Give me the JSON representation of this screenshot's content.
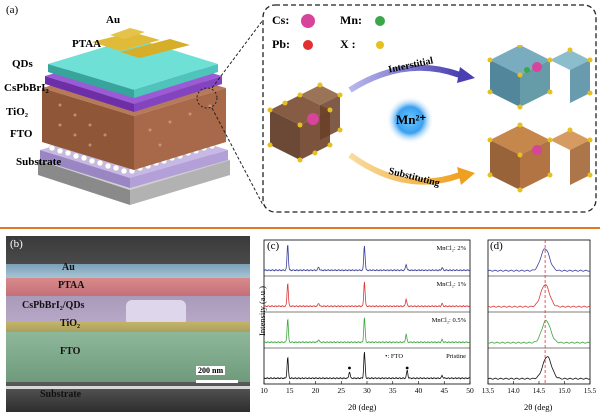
{
  "panel_a": {
    "letter": "(a)",
    "layers": [
      {
        "label": "Au",
        "color": "#c9a227"
      },
      {
        "label": "PTAA",
        "color": "#4fc9c0"
      },
      {
        "label": "QDs",
        "color": "#7d3fb8"
      },
      {
        "label": "CsPbBrI₂",
        "color": "#9a5a3a"
      },
      {
        "label": "TiO₂",
        "color": "#e8e8e8"
      },
      {
        "label": "FTO",
        "color": "#b9a8d6"
      },
      {
        "label": "Substrate",
        "color": "#a9a9a9"
      }
    ],
    "legend": [
      {
        "label": "Cs:",
        "color": "#d6449b"
      },
      {
        "label": "Mn:",
        "color": "#3aa84a"
      },
      {
        "label": "Pb:",
        "color": "#e03030"
      },
      {
        "label": "X :",
        "color": "#e6c020"
      }
    ],
    "dopant": "Mn²⁺",
    "interstitial_label": "Interstitial",
    "substituting_label": "Substituting"
  },
  "panel_b": {
    "letter": "(b)",
    "labels": [
      "Au",
      "PTAA",
      "CsPbBrI₂/QDs",
      "TiO₂",
      "FTO",
      "Substrate"
    ],
    "scale_bar": "200 nm"
  },
  "chart_data": [
    {
      "type": "line",
      "panel": "(c)",
      "xlabel": "2θ (deg)",
      "ylabel": "Intensity (a.u.)",
      "xlim": [
        10,
        50
      ],
      "xticks": [
        10,
        15,
        20,
        25,
        30,
        35,
        40,
        45,
        50
      ],
      "annotation": "•: FTO",
      "fto_peaks": [
        26.6,
        37.8
      ],
      "series": [
        {
          "name": "MnCl₂: 2%",
          "color": "#3b3f9c",
          "peaks": [
            [
              14.6,
              1.0
            ],
            [
              20.6,
              0.12
            ],
            [
              29.5,
              0.95
            ],
            [
              37.6,
              0.22
            ],
            [
              44.6,
              0.1
            ]
          ]
        },
        {
          "name": "MnCl₂: 1%",
          "color": "#d93a3a",
          "peaks": [
            [
              14.6,
              0.9
            ],
            [
              20.6,
              0.12
            ],
            [
              29.5,
              0.95
            ],
            [
              37.6,
              0.28
            ],
            [
              44.6,
              0.1
            ]
          ]
        },
        {
          "name": "MnCl₂: 0.5%",
          "color": "#3fa83f",
          "peaks": [
            [
              14.6,
              0.9
            ],
            [
              20.6,
              0.1
            ],
            [
              29.5,
              0.95
            ],
            [
              37.6,
              0.3
            ],
            [
              44.6,
              0.1
            ]
          ]
        },
        {
          "name": "Pristine",
          "color": "#111111",
          "peaks": [
            [
              14.6,
              0.8
            ],
            [
              26.6,
              0.25
            ],
            [
              29.5,
              1.0
            ],
            [
              37.8,
              0.3
            ],
            [
              44.6,
              0.1
            ]
          ]
        }
      ]
    },
    {
      "type": "line",
      "panel": "(d)",
      "xlabel": "2θ (deg)",
      "xlim": [
        13.5,
        15.5
      ],
      "xticks": [
        13.5,
        14.0,
        14.5,
        15.0,
        15.5
      ],
      "reference_line_x": 14.62,
      "series": [
        {
          "name": "MnCl₂: 2%",
          "color": "#3b3f9c",
          "center": 14.62
        },
        {
          "name": "MnCl₂: 1%",
          "color": "#d93a3a",
          "center": 14.62
        },
        {
          "name": "MnCl₂: 0.5%",
          "color": "#3fa83f",
          "center": 14.64
        },
        {
          "name": "Pristine",
          "color": "#111111",
          "center": 14.66
        }
      ]
    }
  ]
}
